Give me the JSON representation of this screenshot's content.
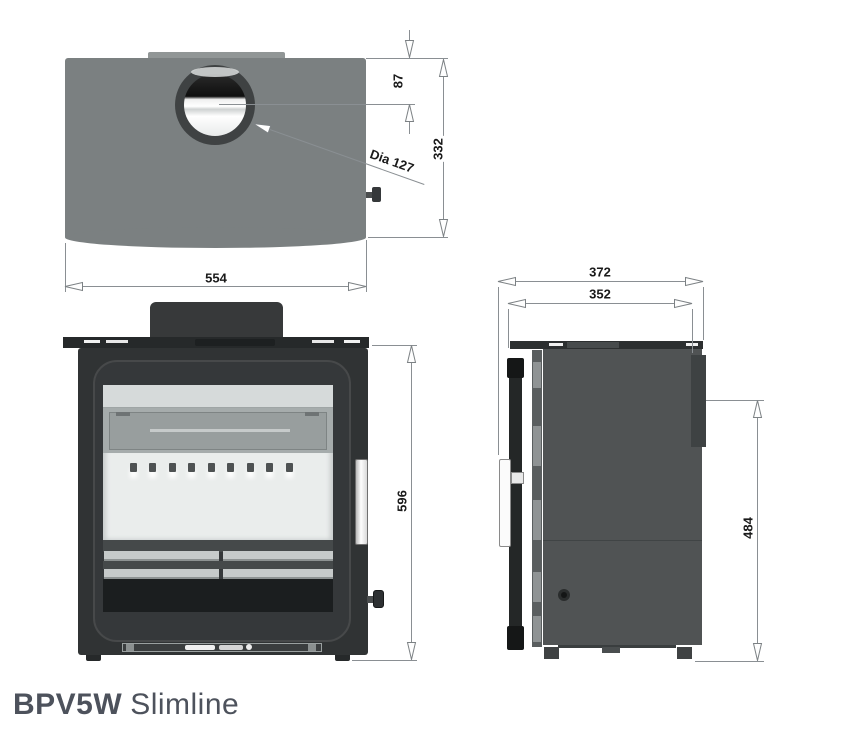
{
  "title": {
    "model": "BPV5W",
    "variant": "Slimline"
  },
  "dims": {
    "flue_offset": "87",
    "top_depth": "332",
    "flue_diameter": "Dia 127",
    "front_width": "554",
    "front_height": "596",
    "side_overall_depth": "372",
    "side_body_depth": "352",
    "side_rear_height": "484"
  },
  "colors": {
    "plan_body": "#7b8081",
    "front_body": "#303334",
    "side_body": "#505354",
    "dim_line": "#8a8f93",
    "title_text": "#4d525c"
  }
}
